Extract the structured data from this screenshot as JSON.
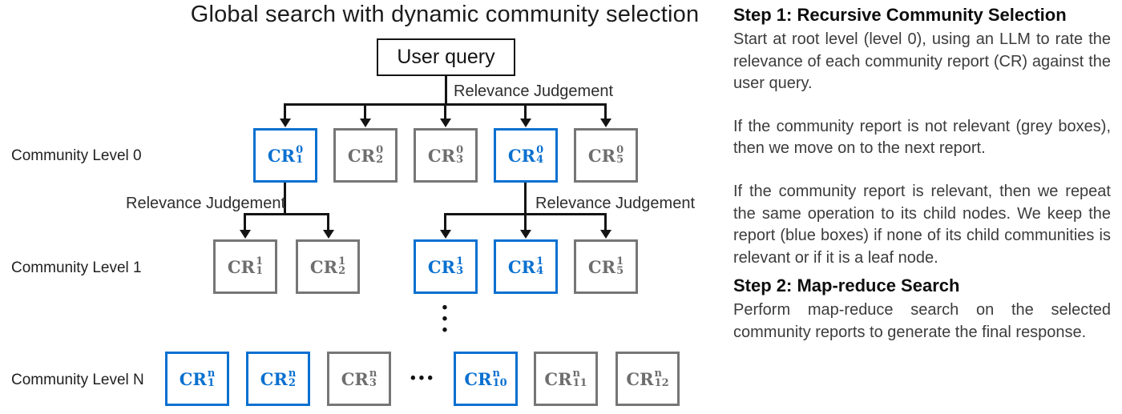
{
  "title": "Global search with dynamic community selection",
  "colors": {
    "relevant_blue": "#0a70d0",
    "not_relevant_grey": "#767676",
    "line_black": "#141414"
  },
  "diagram": {
    "user_query_label": "User query",
    "relevance_labels": {
      "top": "Relevance Judgement",
      "left": "Relevance Judgement",
      "right": "Relevance Judgement"
    },
    "vertical_ellipsis": "•\n•\n•",
    "horizontal_ellipsis": "•••",
    "levels": [
      {
        "label": "Community Level 0",
        "nodes": [
          {
            "base": "CR",
            "sup": "0",
            "sub": "1",
            "state": "relevant"
          },
          {
            "base": "CR",
            "sup": "0",
            "sub": "2",
            "state": "not-relevant"
          },
          {
            "base": "CR",
            "sup": "0",
            "sub": "3",
            "state": "not-relevant"
          },
          {
            "base": "CR",
            "sup": "0",
            "sub": "4",
            "state": "relevant"
          },
          {
            "base": "CR",
            "sup": "0",
            "sub": "5",
            "state": "not-relevant"
          }
        ]
      },
      {
        "label": "Community Level 1",
        "nodes": [
          {
            "base": "CR",
            "sup": "1",
            "sub": "1",
            "state": "not-relevant"
          },
          {
            "base": "CR",
            "sup": "1",
            "sub": "2",
            "state": "not-relevant"
          },
          {
            "base": "CR",
            "sup": "1",
            "sub": "3",
            "state": "relevant"
          },
          {
            "base": "CR",
            "sup": "1",
            "sub": "4",
            "state": "relevant"
          },
          {
            "base": "CR",
            "sup": "1",
            "sub": "5",
            "state": "not-relevant"
          }
        ]
      },
      {
        "label": "Community Level N",
        "nodes": [
          {
            "base": "CR",
            "sup": "n",
            "sub": "1",
            "state": "relevant"
          },
          {
            "base": "CR",
            "sup": "n",
            "sub": "2",
            "state": "relevant"
          },
          {
            "base": "CR",
            "sup": "n",
            "sub": "3",
            "state": "not-relevant"
          },
          {
            "base": "CR",
            "sup": "n",
            "sub": "10",
            "state": "relevant"
          },
          {
            "base": "CR",
            "sup": "n",
            "sub": "11",
            "state": "not-relevant"
          },
          {
            "base": "CR",
            "sup": "n",
            "sub": "12",
            "state": "not-relevant"
          }
        ]
      }
    ]
  },
  "panel": {
    "step1": {
      "heading": "Step 1: Recursive Community Selection",
      "paragraphs": [
        "Start at root level (level 0), using an LLM to rate the relevance of each community report (CR) against the user query.",
        "If the community report is not relevant (grey boxes), then we move on to the next report.",
        "If the community report is relevant, then we repeat the same operation to its child nodes. We keep the report (blue boxes) if none of its child communities is relevant or if it is a leaf node."
      ]
    },
    "step2": {
      "heading": "Step 2: Map-reduce Search",
      "paragraphs": [
        "Perform map-reduce search on the selected community reports to generate the final response."
      ]
    }
  }
}
